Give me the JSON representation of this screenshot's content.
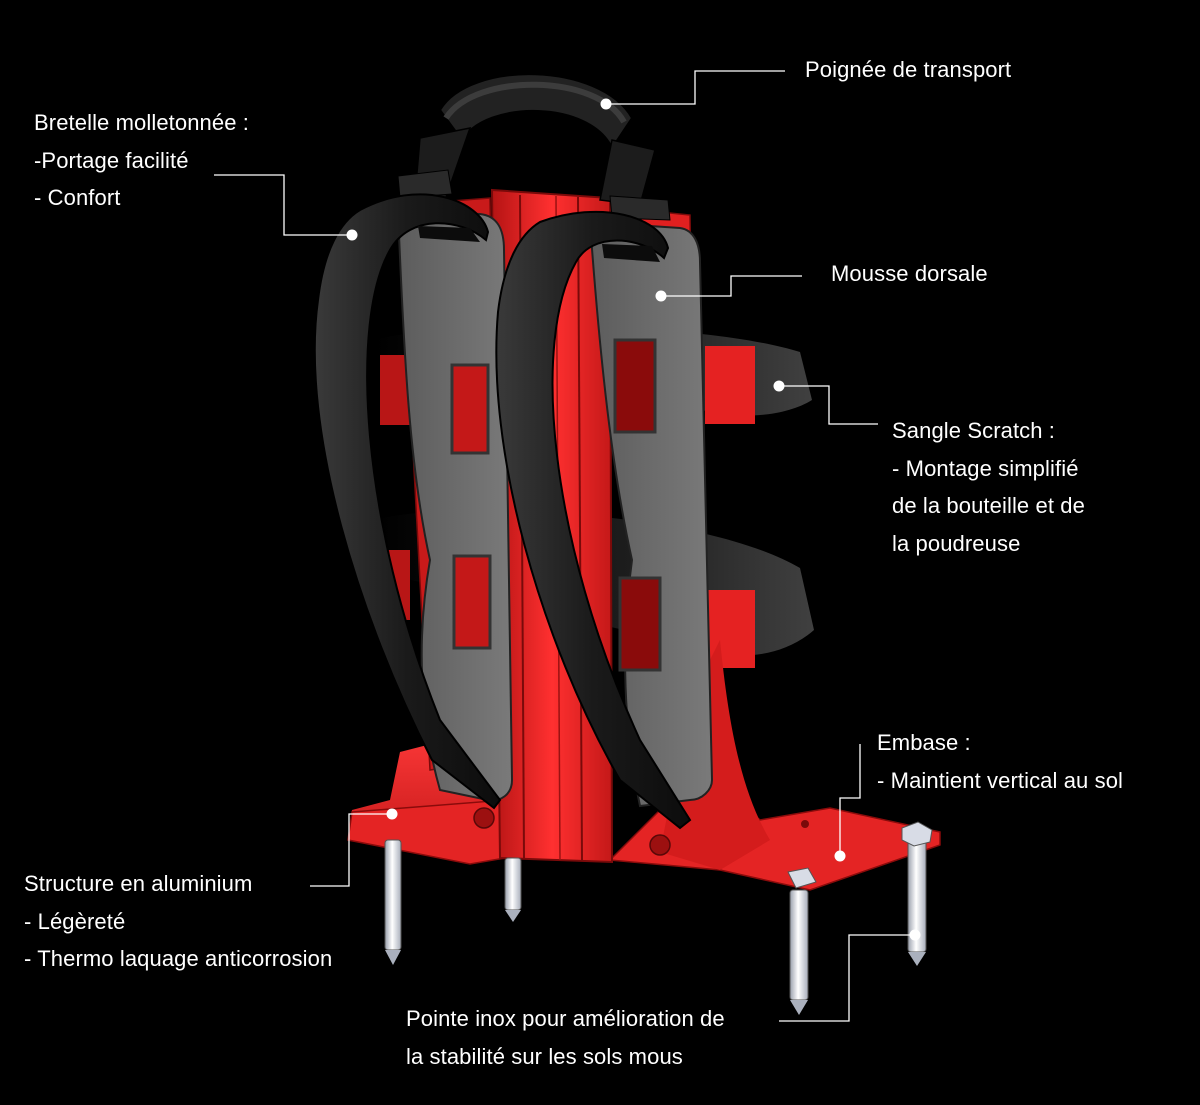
{
  "colors": {
    "background": "#000000",
    "frame_red": "#e02020",
    "frame_red_dark": "#8a0b0b",
    "strap_black": "#1c1c1c",
    "foam_grey": "#6a6a6a",
    "pin_silver": "#d8dce6",
    "text": "#ffffff",
    "leader": "#ffffff"
  },
  "callouts": {
    "handle": {
      "lines": [
        "Poignée de transport"
      ]
    },
    "strap": {
      "lines": [
        "Bretelle molletonnée :",
        "-Portage facilité",
        "- Confort"
      ]
    },
    "foam": {
      "lines": [
        "Mousse dorsale"
      ]
    },
    "scratch": {
      "lines": [
        "Sangle Scratch :",
        "- Montage simplifié",
        "de la bouteille et de",
        "la poudreuse"
      ]
    },
    "base": {
      "lines": [
        "Embase :",
        "- Maintient vertical au sol"
      ]
    },
    "structure": {
      "lines": [
        "Structure en aluminium",
        "- Légèreté",
        "- Thermo laquage anticorrosion"
      ]
    },
    "pin": {
      "lines": [
        "Pointe inox pour amélioration de",
        "la stabilité sur les sols mous"
      ]
    }
  }
}
